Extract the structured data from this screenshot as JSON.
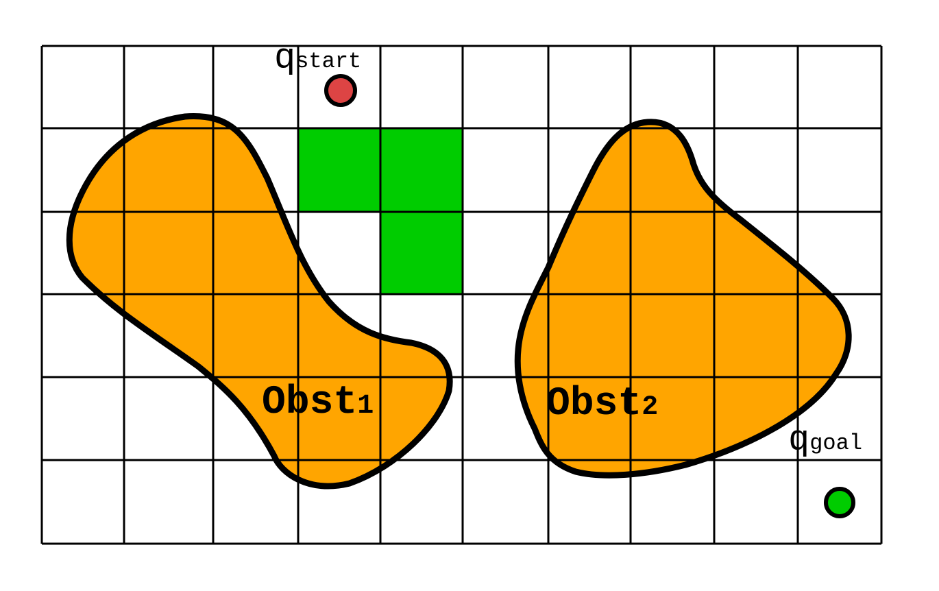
{
  "grid": {
    "cols": 10,
    "rows": 6
  },
  "colors": {
    "obstacle_fill": "#FFA500",
    "free_cell_fill": "#00CC00",
    "start_marker": "#DD4444",
    "goal_marker": "#00CC00",
    "line": "#000000"
  },
  "visited_cells": [
    [
      3,
      1
    ],
    [
      4,
      1
    ],
    [
      4,
      2
    ]
  ],
  "obstacles": [
    {
      "name": "Obst",
      "subscript": "1"
    },
    {
      "name": "Obst",
      "subscript": "2"
    }
  ],
  "start": {
    "symbol": "q",
    "subscript": "start",
    "cell": [
      3,
      0
    ]
  },
  "goal": {
    "symbol": "q",
    "subscript": "goal",
    "cell": [
      9,
      5
    ]
  }
}
